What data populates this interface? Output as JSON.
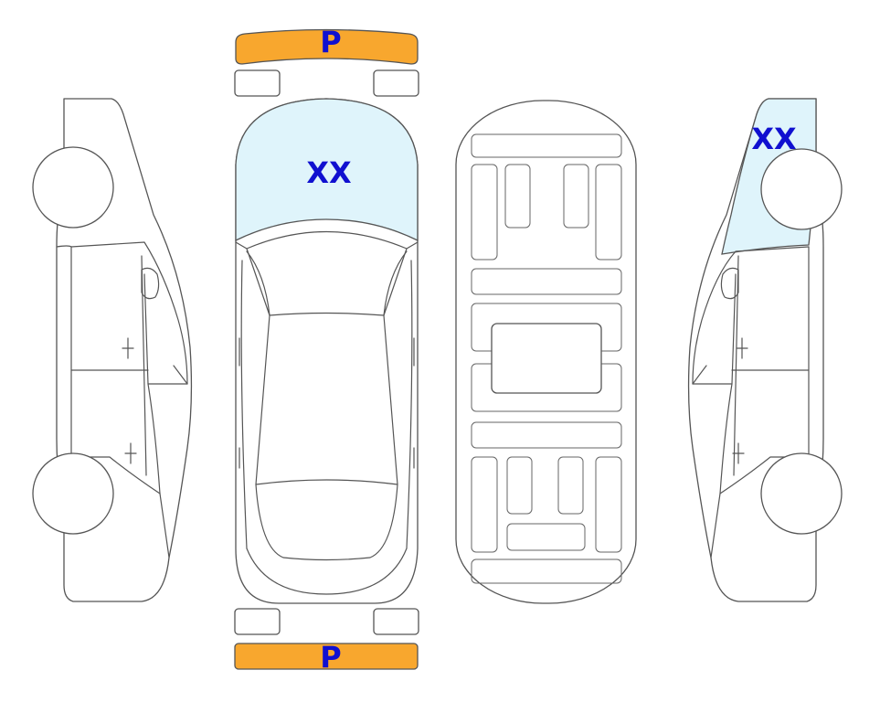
{
  "colors": {
    "highlight_fill": "#dff4fb",
    "bumper_fill": "#f8a72e",
    "label_color": "#1010d0",
    "outline": "#555555"
  },
  "labels": {
    "front_bumper": "P",
    "rear_bumper": "P",
    "hood": "XX",
    "right_side_front": "XX"
  }
}
